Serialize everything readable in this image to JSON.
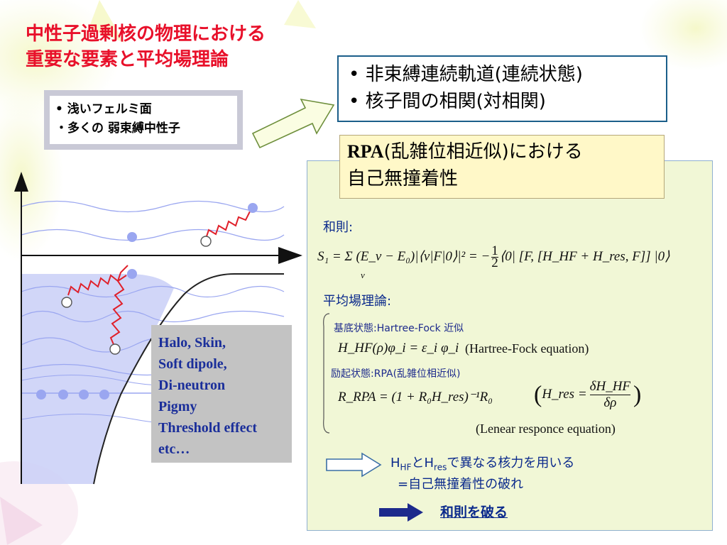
{
  "title": {
    "line1": "中性子過剰核の物理における",
    "line2": "重要な要素と平均場理論"
  },
  "left_box": {
    "item1": "• 浅いフェルミ面",
    "item2": "・多くの 弱束縛中性子"
  },
  "right_box": {
    "item1": "•  非束縛連続軌道(連続状態)",
    "item2": "•  核子間の相関(対相関)"
  },
  "rpa_box": {
    "rpa": "RPA",
    "line1_rest": "(乱雑位相近似)における",
    "line2": "自己無撞着性"
  },
  "sum_rule": {
    "label": "和則:",
    "formula_lhs": "S₁ = Σ (E_ν − E₀)|⟨ν|F|0⟩|² = −",
    "formula_rhs": "⟨0| [F, [H_HF + H_res, F]] |0⟩",
    "sub_nu": "ν",
    "frac_num": "1",
    "frac_den": "2"
  },
  "mean_field": {
    "label": "平均場理論:",
    "ground_label": "基底状態:Hartree-Fock 近似",
    "ground_eq": "H_HF(ρ)φ_i = ε_i φ_i",
    "ground_eq_name": "(Hartree-Fock equation)",
    "excited_label": "励起状態:RPA(乱雑位相近似)",
    "excited_eq_lhs": "R_RPA = (1 + R₀H_res)⁻¹R₀",
    "excited_eq_rhs": "H_res =",
    "excited_frac_num": "δH_HF",
    "excited_frac_den": "δρ",
    "excited_eq_name": "(Lenear responce equation)"
  },
  "conclusion": {
    "h": "H",
    "hf_sub": "HF",
    "to": "とH",
    "res_sub": "res",
    "rest": "で異なる核力を用いる",
    "line2": "=自己無撞着性の破れ",
    "violation": "和則を破る"
  },
  "gray_box": {
    "lines": [
      "Halo, Skin,",
      "Soft dipole,",
      "Di-neutron",
      "Pigmy",
      "Threshold effect",
      "etc…"
    ]
  },
  "colors": {
    "title_red": "#e8102a",
    "text_blue": "#0b2a8c",
    "panel_green": "#f1f7d6",
    "rpa_yellow": "#fff8c8",
    "box_border": "#1b5e8a",
    "well_blue": "#c9cff7",
    "particle": "#9aa6f0",
    "wave_red": "#e0202a"
  }
}
